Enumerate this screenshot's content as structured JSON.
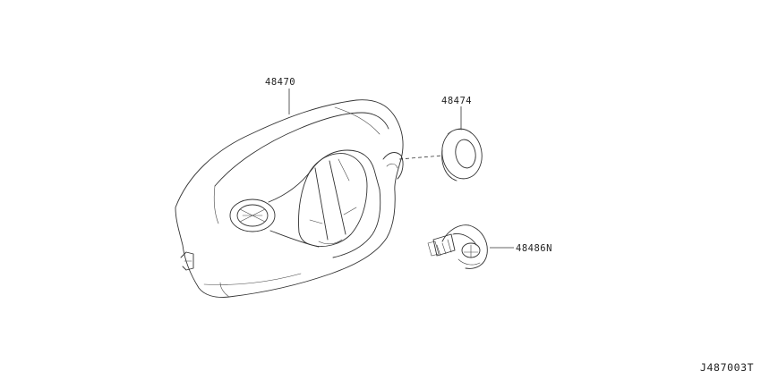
{
  "diagram": {
    "parts": [
      {
        "id": "part-48470",
        "label": "48470"
      },
      {
        "id": "part-48474",
        "label": "48474"
      },
      {
        "id": "part-48486N",
        "label": "48486N"
      }
    ],
    "reference_code": "J487003T"
  }
}
